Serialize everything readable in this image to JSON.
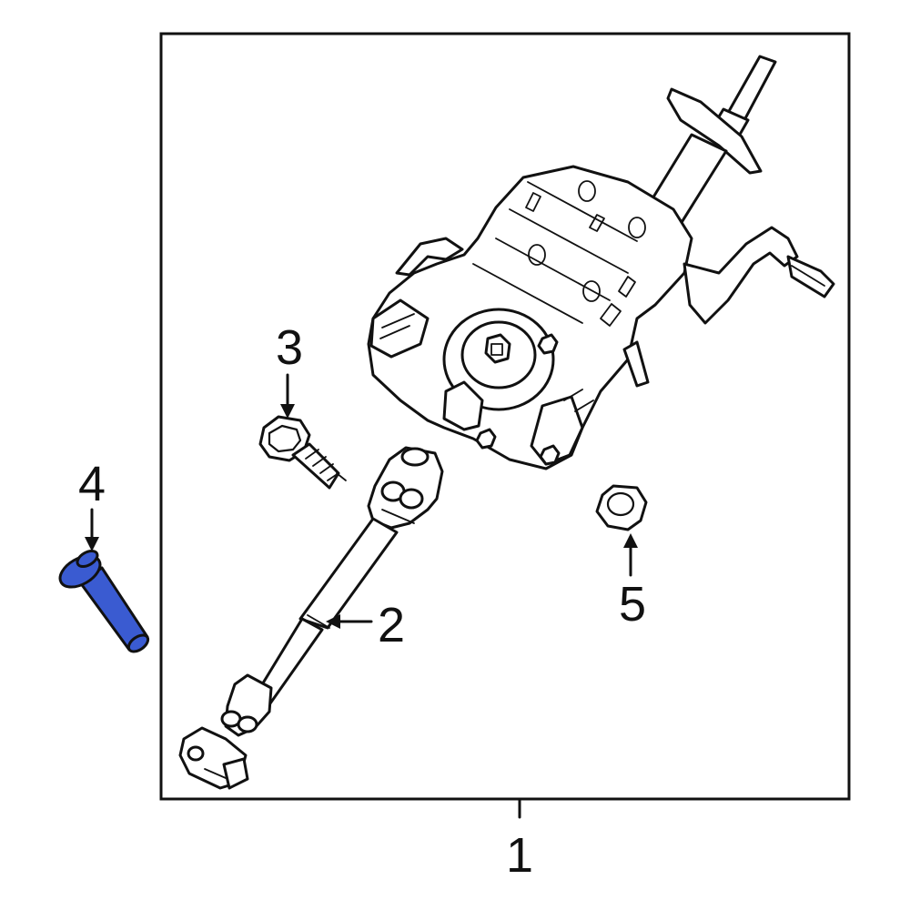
{
  "callouts": {
    "c1": "1",
    "c2": "2",
    "c3": "3",
    "c4": "4",
    "c5": "5"
  },
  "colors": {
    "highlight": "#3a5bd1",
    "line": "#111111",
    "background": "#ffffff"
  }
}
